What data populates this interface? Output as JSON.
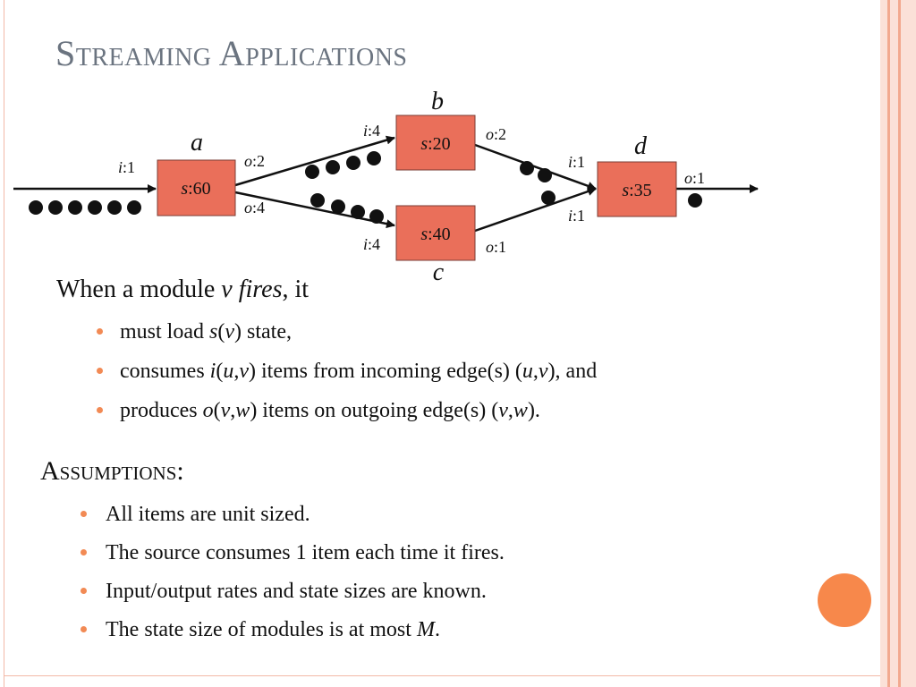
{
  "slide": {
    "title": "Streaming Applications"
  },
  "diagram": {
    "nodes": [
      {
        "id": "a",
        "label": "a",
        "state_var": "s",
        "state_value": ":60"
      },
      {
        "id": "b",
        "label": "b",
        "state_var": "s",
        "state_value": ":20"
      },
      {
        "id": "c",
        "label": "c",
        "state_var": "s",
        "state_value": ":40"
      },
      {
        "id": "d",
        "label": "d",
        "state_var": "s",
        "state_value": ":35"
      }
    ],
    "rates": {
      "source_in": {
        "var": "i",
        "value": ":1"
      },
      "a_out_top": {
        "var": "o",
        "value": ":2"
      },
      "a_out_bottom": {
        "var": "o",
        "value": ":4"
      },
      "b_in": {
        "var": "i",
        "value": ":4"
      },
      "b_out": {
        "var": "o",
        "value": ":2"
      },
      "c_in": {
        "var": "i",
        "value": ":4"
      },
      "c_out": {
        "var": "o",
        "value": ":1"
      },
      "d_in_top": {
        "var": "i",
        "value": ":1"
      },
      "d_in_bottom": {
        "var": "i",
        "value": ":1"
      },
      "d_out": {
        "var": "o",
        "value": ":1"
      }
    },
    "colors": {
      "node_fill": "#ea6f5a",
      "node_stroke": "#7a3e36",
      "edge": "#111111",
      "token": "#111111"
    }
  },
  "content": {
    "intro": {
      "pre": "When a module ",
      "var": "v",
      "space": " ",
      "fires": "fires",
      "post": ", it"
    },
    "bullets": [
      [
        "must load ",
        "s",
        "(",
        "v",
        ") state,"
      ],
      [
        "consumes ",
        "i",
        "(",
        "u",
        ",",
        "v",
        ") items from incoming edge(s) (",
        "u",
        ",",
        "v",
        "), and"
      ],
      [
        "produces ",
        "o",
        "(",
        "v",
        ",",
        "w",
        ") items on outgoing edge(s) (",
        "v",
        ",",
        "w",
        ")."
      ]
    ],
    "assumptions_heading": "Assumptions:",
    "assumptions": [
      "All items are unit sized.",
      "The source consumes 1 item each time it fires.",
      "Input/output rates and state sizes are known."
    ],
    "assumption_last": {
      "pre": "The state size of modules is at most ",
      "var": "M",
      "post": "."
    }
  }
}
